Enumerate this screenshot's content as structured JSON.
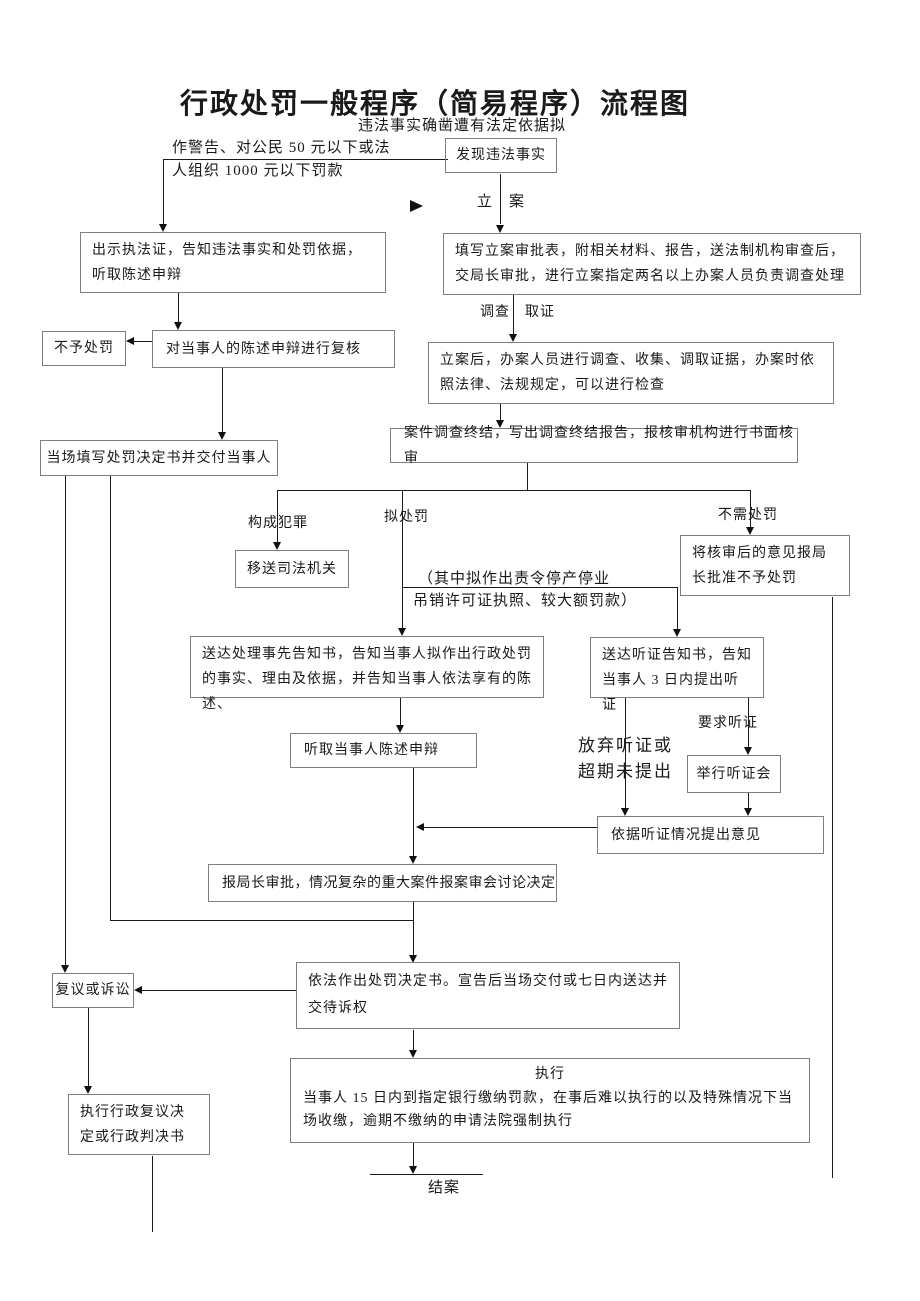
{
  "title": "行政处罚一般程序（简易程序）流程图",
  "subtitle": "违法事实确凿遭有法定依据拟",
  "labels": {
    "top_condition_1": "作警告、对公民 50 元以下或法",
    "top_condition_2": "人组织 1000 元以下罚款",
    "li_an": "立　案",
    "diaocha_quzheng": "调查　取证",
    "goucheng_fanzui": "构成犯罪",
    "ni_chufa": "拟处罚",
    "buxu_chufa": "不需处罚",
    "bracket_1": "（其中拟作出责令停产停业",
    "bracket_2": "吊销许可证执照、较大额罚款）",
    "fangqi_1": "放弃听证或",
    "fangqi_2": "超期未提出",
    "yaoqiu_tingzheng": "要求听证",
    "jie_an": "结案"
  },
  "boxes": {
    "faxian": "发现违法事实",
    "chushi": "出示执法证，告知违法事实和处罚依据，听取陈述申辩",
    "tianxie": "填写立案审批表，附相关材料、报告，送法制机构审查后，交局长审批，进行立案指定两名以上办案人员负责调查处理",
    "buyu_chufa": "不予处罚",
    "fuhe": "对当事人的陈述申辩进行复核",
    "lianhou": "立案后，办案人员进行调查、收集、调取证据，办案时依照法律、法规规定，可以进行检查",
    "dangchang": "当场填写处罚决定书并交付当事人",
    "anjian": "案件调查终结，写出调查终结报告，报核审机构进行书面核审",
    "yisong": "移送司法机关",
    "jiang_heshen": "将核审后的意见报局长批准不予处罚",
    "songda_chuli": "送达处理事先告知书，告知当事人拟作出行政处罚的事实、理由及依据，并告知当事人依法享有的陈述、",
    "songda_tingzheng": "送达听证告知书，告知当事人 3 日内提出听证",
    "tingqu": "听取当事人陈述申辩",
    "juxing": "举行听证会",
    "yiju_tingzheng": "依据听证情况提出意见",
    "bao_juzhang": "报局长审批，情况复杂的重大案件报案审会讨论决定",
    "fuyi": "复议或诉讼",
    "yifa_zuochu": "依法作出处罚决定书。宣告后当场交付或七日内送达并交待诉权",
    "zhixing_title": "执行",
    "zhixing_body": "当事人 15 日内到指定银行缴纳罚款，在事后难以执行的以及特殊情况下当场收缴，逾期不缴纳的申请法院强制执行",
    "zhixing_fuyi": "执行行政复议决定或行政判决书"
  },
  "colors": {
    "background": "#ffffff",
    "text": "#1a1a1a",
    "box_border": "#7f7f7f",
    "line": "#1a1a1a"
  }
}
